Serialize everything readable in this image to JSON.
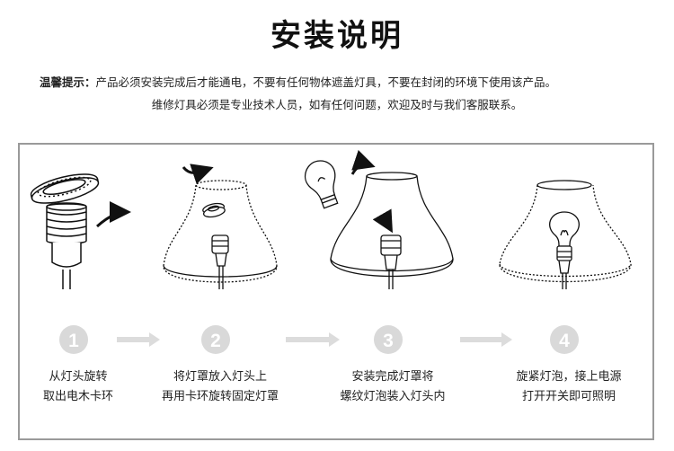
{
  "title": "安装说明",
  "notice": {
    "label": "温馨提示：",
    "line1": "产品必须安装完成后才能通电，不要有任何物体遮盖灯具，不要在封闭的环境下使用该产品。",
    "line2": "维修灯具必须是专业技术人员，如有任何问题，欢迎及时与我们客服联系。"
  },
  "steps": [
    {
      "number": "1",
      "caption_line1": "从灯头旋转",
      "caption_line2": "取出电木卡环",
      "icon": "lamp-holder-ring-removal-icon"
    },
    {
      "number": "2",
      "caption_line1": "将灯罩放入灯头上",
      "caption_line2": "再用卡环旋转固定灯罩",
      "icon": "lampshade-fitting-icon"
    },
    {
      "number": "3",
      "caption_line1": "安装完成灯罩将",
      "caption_line2": "螺纹灯泡装入灯头内",
      "icon": "bulb-insertion-icon"
    },
    {
      "number": "4",
      "caption_line1": "旋紧灯泡，接上电源",
      "caption_line2": "打开开关即可照明",
      "icon": "lamp-lit-icon"
    }
  ],
  "colors": {
    "circle": "#d9d9d9",
    "arrow": "#dcdcdc",
    "border": "#9a9a9a",
    "ink": "#222222"
  }
}
